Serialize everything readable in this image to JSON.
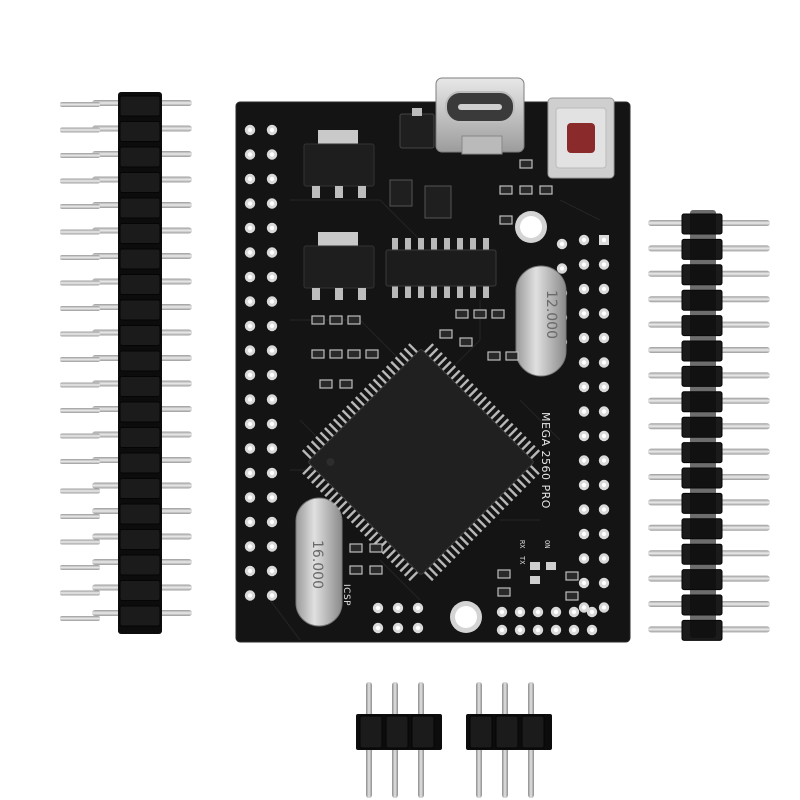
{
  "board": {
    "name": "MEGA 2560 PRO",
    "icsp_label": "ICSP",
    "crystal_main": "16.000",
    "crystal_usb": "12.000",
    "rx_label": "RX",
    "tx_label": "TX",
    "on_label": "ON"
  },
  "colors": {
    "pcb": "#141414",
    "pad": "#d9d9d9",
    "header_plastic": "#0c0c0c",
    "pin_metal": "#b8b8b8",
    "usb_metal": "#c9c9c9",
    "button_red": "#8a2a2a",
    "background": "#ffffff"
  },
  "icons": {
    "usb": "usb-c-connector-icon",
    "chip": "microcontroller-chip-icon",
    "button": "reset-button-icon"
  }
}
